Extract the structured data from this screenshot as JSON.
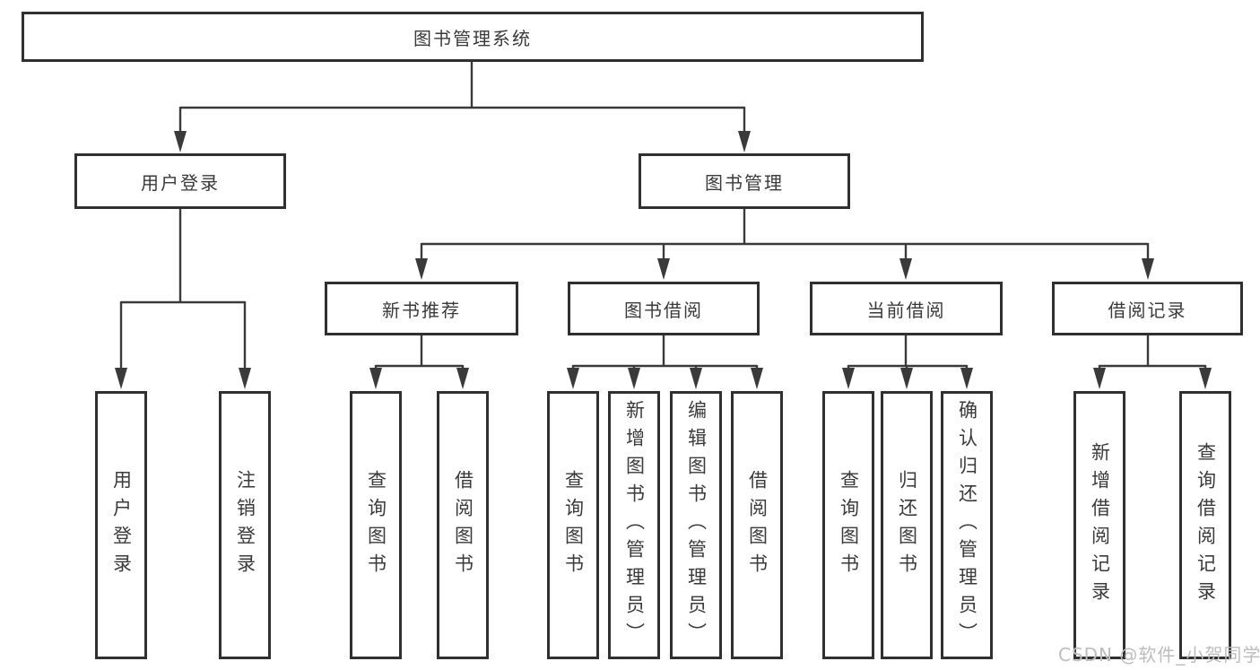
{
  "tree": {
    "label": "图书管理系统",
    "children": [
      {
        "label": "用户登录",
        "children": [
          {
            "label": "用户登录"
          },
          {
            "label": "注销登录"
          }
        ]
      },
      {
        "label": "图书管理",
        "children": [
          {
            "label": "新书推荐",
            "children": [
              {
                "label": "查询图书"
              },
              {
                "label": "借阅图书"
              }
            ]
          },
          {
            "label": "图书借阅",
            "children": [
              {
                "label": "查询图书"
              },
              {
                "label": "新增图书（管理员）"
              },
              {
                "label": "编辑图书（管理员）"
              },
              {
                "label": "借阅图书"
              }
            ]
          },
          {
            "label": "当前借阅",
            "children": [
              {
                "label": "查询图书"
              },
              {
                "label": "归还图书"
              },
              {
                "label": "确认归还（管理员）"
              }
            ]
          },
          {
            "label": "借阅记录",
            "children": [
              {
                "label": "新增借阅记录"
              },
              {
                "label": "查询借阅记录"
              }
            ]
          }
        ]
      }
    ]
  },
  "watermark": {
    "text": "CSDN @软件_小贺同学"
  },
  "colors": {
    "line": "#3a3a3a",
    "box_border": "#303030",
    "text": "#3a3a3a",
    "watermark": "#bdbdbd",
    "background": "#ffffff"
  }
}
